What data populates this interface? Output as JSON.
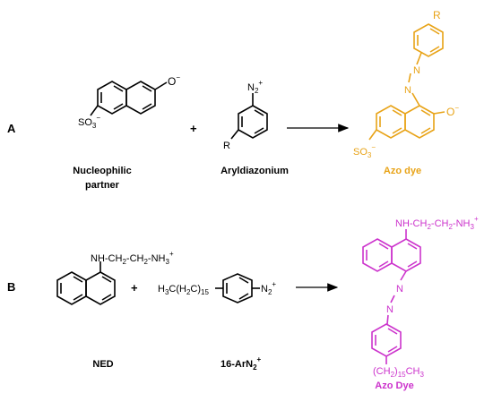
{
  "panel_a": {
    "label": "A",
    "naphthoxide": {
      "o_minus": "O",
      "so3": "SO",
      "so3_sub": "3",
      "so3_sup": "−"
    },
    "plus": "+",
    "aryldiazonium": {
      "n2": "N",
      "n2_sub": "2",
      "n2_sup": "+",
      "r": "R"
    },
    "azo_dye": {
      "r": "R",
      "n_top": "N",
      "n_bottom": "N",
      "o_minus": "O",
      "so3": "SO",
      "so3_sub": "3",
      "so3_sup": "−"
    },
    "caption_nucleophile_line1": "Nucleophilic",
    "caption_nucleophile_line2": "partner",
    "caption_diazonium": "Aryldiazonium",
    "caption_product": "Azo dye"
  },
  "panel_b": {
    "label": "B",
    "ned": {
      "chain_a": "NH-CH",
      "s1": "2",
      "chain_b": "-CH",
      "s2": "2",
      "chain_c": "-NH",
      "s3": "3",
      "sup": "+"
    },
    "plus": "+",
    "diazonium": {
      "pre": "H",
      "pre_sub": "3",
      "mid": "C(H",
      "mid_sub": "2",
      "post": "C)",
      "post_sub": "15",
      "n2": "N",
      "n2_sub": "2",
      "n2_sup": "+"
    },
    "product": {
      "chain_a": "NH-CH",
      "s1": "2",
      "chain_b": "-CH",
      "s2": "2",
      "chain_c": "-NH",
      "s3": "3",
      "sup": "+",
      "n_top": "N",
      "n_bottom": "N",
      "tail_a": "(CH",
      "tail_s1": "2",
      "tail_b": ")",
      "tail_s2": "15",
      "tail_c": "CH",
      "tail_s3": "3"
    },
    "caption_ned": "NED",
    "caption_diazonium": "16-ArN",
    "caption_diazonium_sub": "2",
    "caption_diazonium_sup": "+",
    "caption_product": "Azo Dye"
  },
  "colors": {
    "black": "#000000",
    "azo_orange": "#E8A317",
    "azo_magenta": "#CC33CC",
    "arrow": "#000000"
  }
}
